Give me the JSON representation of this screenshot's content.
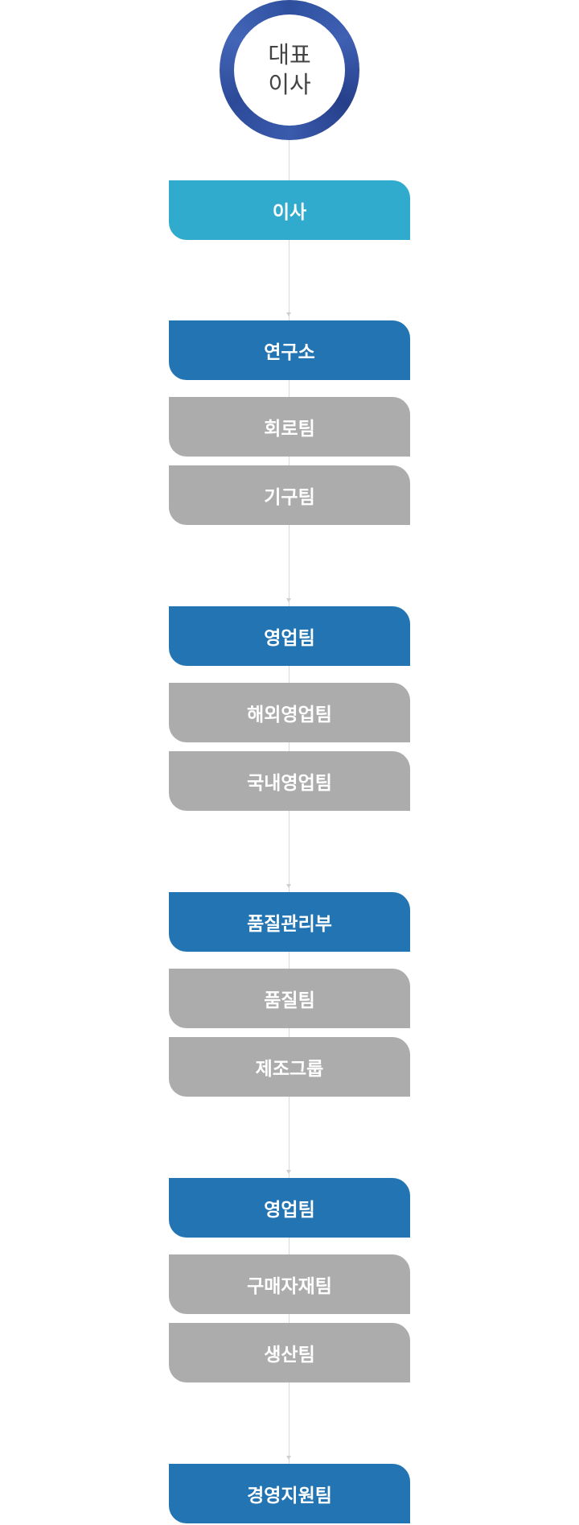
{
  "ceo": {
    "label": "대표 이사"
  },
  "director": {
    "label": "이사"
  },
  "departments": [
    {
      "name": "연구소",
      "teams": [
        "회로팀",
        "기구팀"
      ]
    },
    {
      "name": "영업팀",
      "teams": [
        "해외영업팀",
        "국내영업팀"
      ]
    },
    {
      "name": "품질관리부",
      "teams": [
        "품질팀",
        "제조그룹"
      ]
    },
    {
      "name": "영업팀",
      "teams": [
        "구매자재팀",
        "생산팀"
      ]
    },
    {
      "name": "경영지원팀",
      "teams": []
    }
  ],
  "colors": {
    "director": "#30aacd",
    "department": "#2274b2",
    "team": "#acacac",
    "ceo_ring": "#2f4f9e",
    "connector": "#d9d9d9"
  }
}
